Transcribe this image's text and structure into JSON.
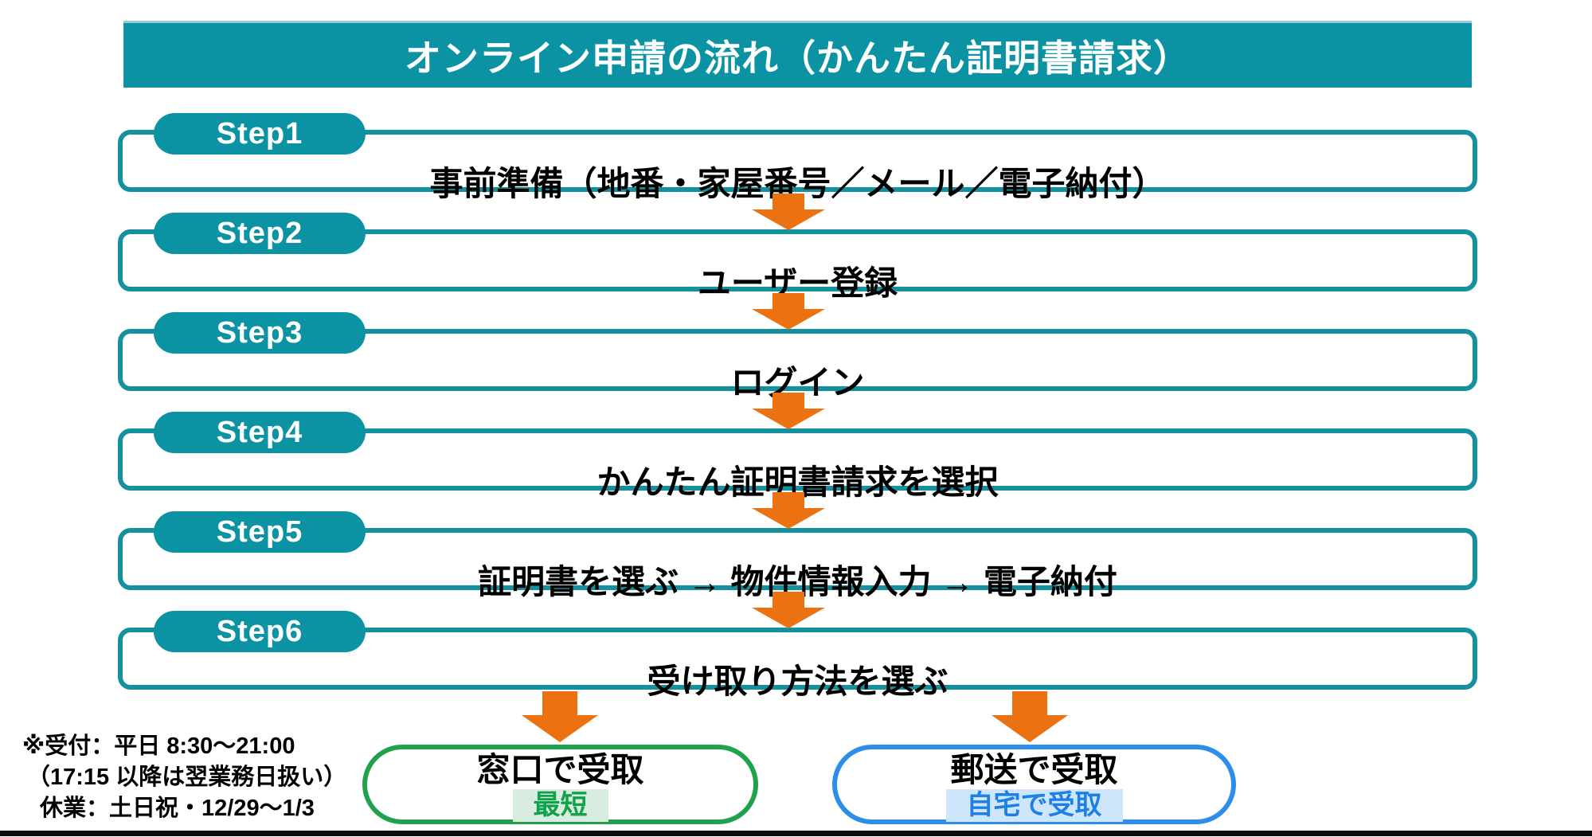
{
  "title": "オンライン申請の流れ（かんたん証明書請求）",
  "steps": [
    {
      "label": "Step1",
      "text": "事前準備（地番・家屋番号／メール／電子納付）"
    },
    {
      "label": "Step2",
      "text": "ユーザー登録"
    },
    {
      "label": "Step3",
      "text": "ログイン"
    },
    {
      "label": "Step4",
      "text": "かんたん証明書請求を選択"
    },
    {
      "label": "Step5",
      "text": "証明書を選ぶ → 物件情報入力 → 電子納付"
    },
    {
      "label": "Step6",
      "text": "受け取り方法を選ぶ"
    }
  ],
  "outcomes": [
    {
      "title": "窓口で受取",
      "badge": "最短"
    },
    {
      "title": "郵送で受取",
      "badge": "自宅で受取"
    }
  ],
  "note": {
    "line1": "※受付：平日 8:30〜21:00",
    "line2": "（17:15 以降は翌業務日扱い）",
    "line3": "休業：土日祝・12/29〜1/3"
  },
  "colors": {
    "teal_fill": "#0b93a3",
    "teal_border": "#15909f",
    "arrow_orange": "#ec7211",
    "green_border": "#1ea24c",
    "green_badge_bg": "#d8eddf",
    "green_badge_text": "#10a24a",
    "blue_border": "#2d8deb",
    "blue_badge_bg": "#cee6fb",
    "blue_badge_text": "#1c80e6"
  }
}
